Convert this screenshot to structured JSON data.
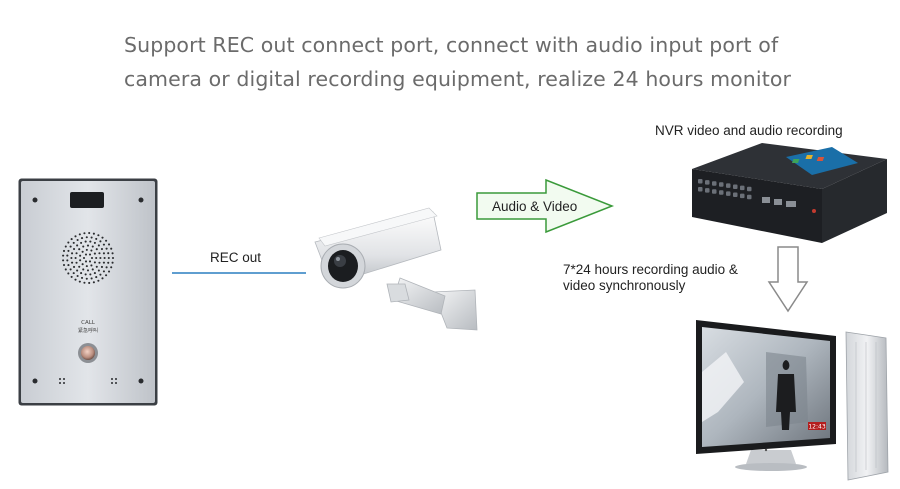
{
  "headline": {
    "line1": "Support REC out connect port, connect with audio input port of",
    "line2": "camera or digital recording equipment, realize 24 hours monitor"
  },
  "labels": {
    "rec_out": "REC out",
    "audio_video": "Audio & Video",
    "nvr": "NVR video and audio recording",
    "recording_line1": "7*24 hours recording audio &",
    "recording_line2": "video synchronously"
  },
  "intercom": {
    "call_label": "CALL",
    "call_cn": "紧急呼叫"
  },
  "monitor": {
    "timestamp": "12:43"
  },
  "colors": {
    "rec_line": "#2a7fc1",
    "arrow_green": "#3a9a3a",
    "arrow_green_fill": "#f2fbf0",
    "arrow_gray": "#8a8a8a"
  }
}
